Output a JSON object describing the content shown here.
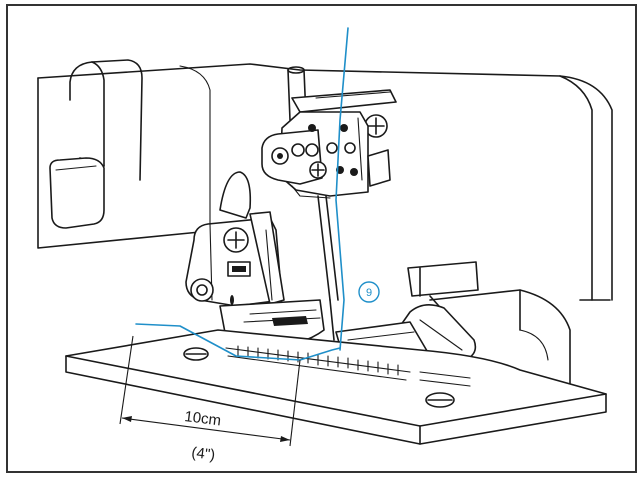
{
  "diagram": {
    "measurement_metric": "10cm",
    "measurement_imperial": "(4\")",
    "callout_number": "9"
  },
  "colors": {
    "thread": "#1f8fc9",
    "line": "#1a1a1a",
    "frame": "#333333",
    "background": "#ffffff"
  }
}
